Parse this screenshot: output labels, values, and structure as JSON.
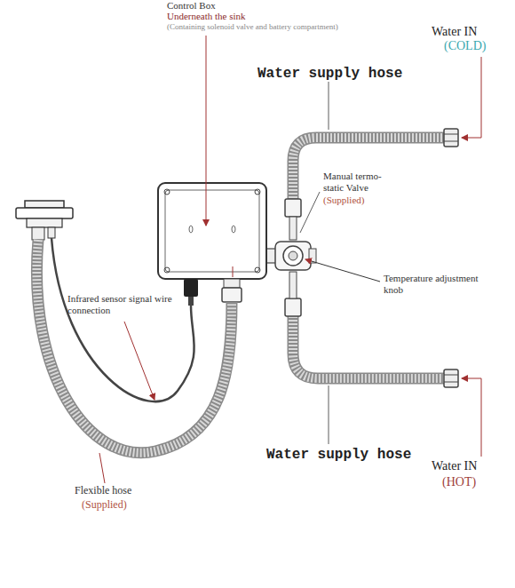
{
  "diagram": {
    "labels": [
      "Control Box",
      "Underneath the sink",
      "(Containing solenoid valve and battery compartment)",
      "Water IN",
      "(COLD)",
      "Water supply hose",
      "Manual termo-static Valve",
      "(Supplied)",
      "Temperature adjustment knob",
      "Infrared sensor signal wire connection",
      "Water supply hose",
      "Water IN",
      "(HOT)",
      "Flexible hose",
      "(Supplied)"
    ]
  }
}
